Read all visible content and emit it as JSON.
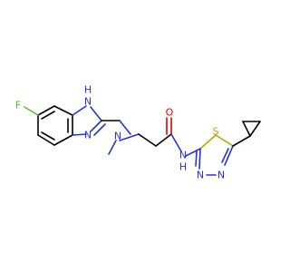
{
  "molecule": {
    "atom_labels": {
      "fluorine": "F",
      "nh_benzimidazole": "H",
      "nh_benzimidazole_n": "N",
      "n_benzimidazole": "N",
      "n_methyl": "N",
      "oxygen": "O",
      "nh_amide": "H",
      "nh_amide_n": "N",
      "sulfur": "S",
      "n_thiadiazole_1": "N",
      "n_thiadiazole_2": "N"
    },
    "colors": {
      "carbon": "#000000",
      "nitrogen": "#2233dd",
      "oxygen": "#dd0000",
      "sulfur": "#b8a800",
      "fluorine": "#55bb33"
    }
  }
}
